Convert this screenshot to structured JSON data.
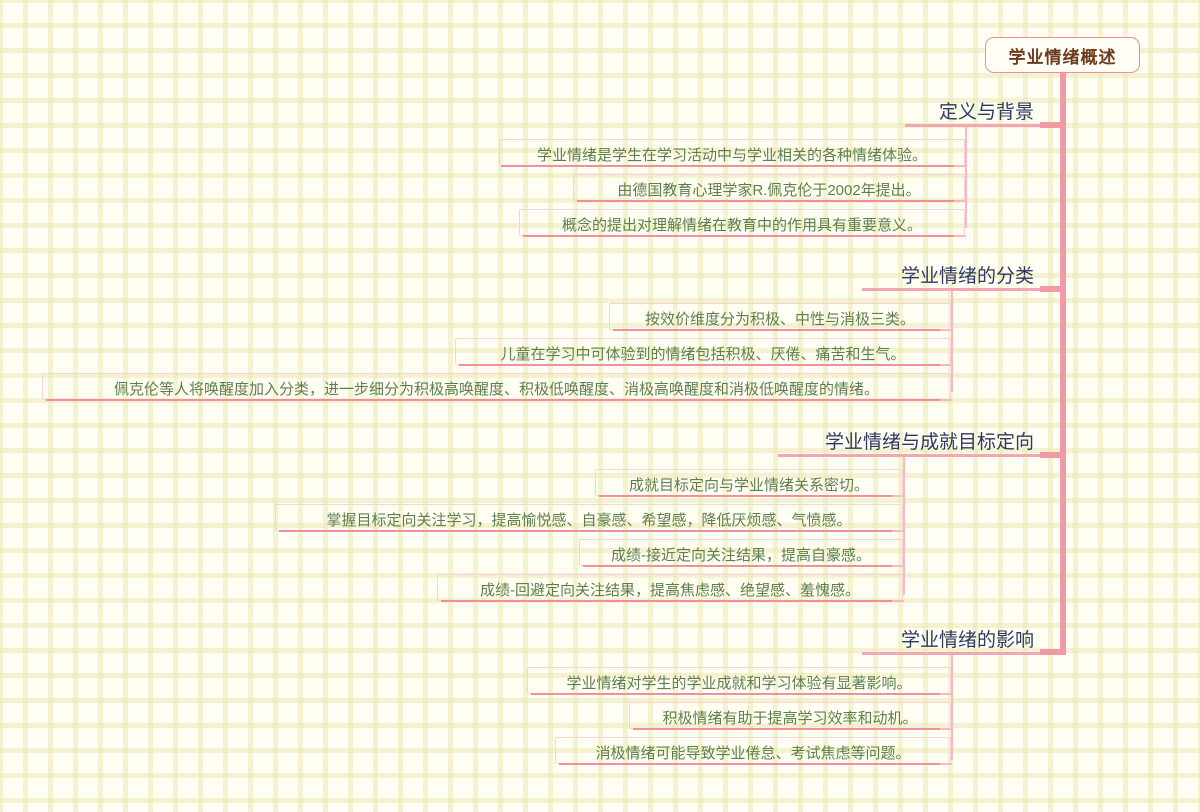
{
  "root": {
    "label": "学业情绪概述"
  },
  "colors": {
    "root_border": "#e8919d",
    "root_text": "#6b3a1e",
    "trunk": "#f09aa8",
    "branch_text": "#2f3a63",
    "branch_underline": "#f3a6b3",
    "leaf_text": "#5d7f4d",
    "leaf_underline": "#f07f96",
    "leaf_box": "#f8d2da",
    "background": "#fffef2",
    "grid": "#ebe8b4"
  },
  "branches": [
    {
      "label": "定义与背景",
      "leaves": [
        "学业情绪是学生在学习活动中与学业相关的各种情绪体验。",
        "由德国教育心理学家R.佩克伦于2002年提出。",
        "概念的提出对理解情绪在教育中的作用具有重要意义。"
      ]
    },
    {
      "label": "学业情绪的分类",
      "leaves": [
        "按效价维度分为积极、中性与消极三类。",
        "儿童在学习中可体验到的情绪包括积极、厌倦、痛苦和生气。",
        "佩克伦等人将唤醒度加入分类，进一步细分为积极高唤醒度、积极低唤醒度、消极高唤醒度和消极低唤醒度的情绪。"
      ]
    },
    {
      "label": "学业情绪与成就目标定向",
      "leaves": [
        "成就目标定向与学业情绪关系密切。",
        "掌握目标定向关注学习，提高愉悦感、自豪感、希望感，降低厌烦感、气愤感。",
        "成绩-接近定向关注结果，提高自豪感。",
        "成绩-回避定向关注结果，提高焦虑感、绝望感、羞愧感。"
      ]
    },
    {
      "label": "学业情绪的影响",
      "leaves": [
        "学业情绪对学生的学业成就和学习体验有显著影响。",
        "积极情绪有助于提高学习效率和动机。",
        "消极情绪可能导致学业倦怠、考试焦虑等问题。"
      ]
    }
  ]
}
